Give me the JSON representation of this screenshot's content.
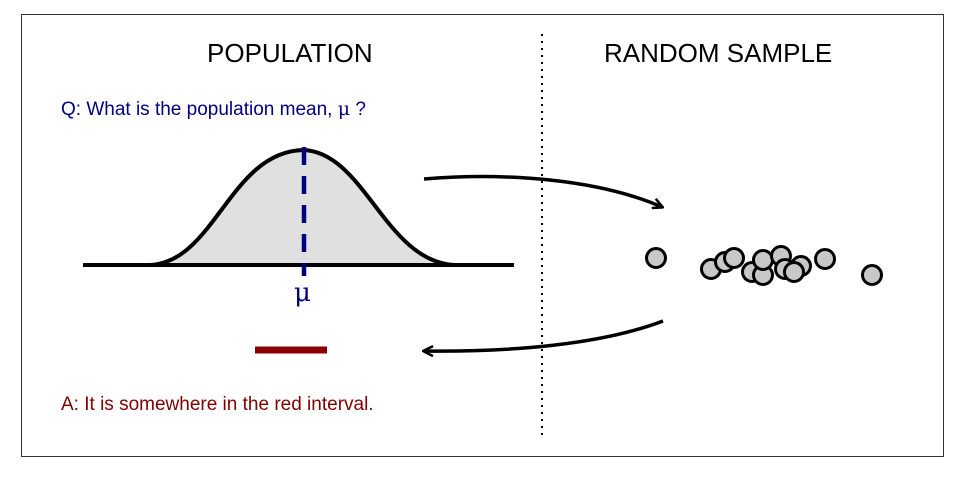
{
  "panels": {
    "left_title": "POPULATION",
    "right_title": "RANDOM SAMPLE"
  },
  "question": {
    "text": "Q: What is the population mean, ",
    "symbol": "μ",
    "end": " ?"
  },
  "mean_label": "μ",
  "answer": "A: It is somewhere in the red interval.",
  "colors": {
    "question": "#000080",
    "answer": "#800000",
    "mean_line": "#000080",
    "interval": "#8b0000",
    "curve_fill": "#e0e0e0",
    "sample_point": "#c8c8c8"
  },
  "icons": {
    "to_sample": "arrow-right-icon",
    "to_population": "arrow-left-icon"
  }
}
